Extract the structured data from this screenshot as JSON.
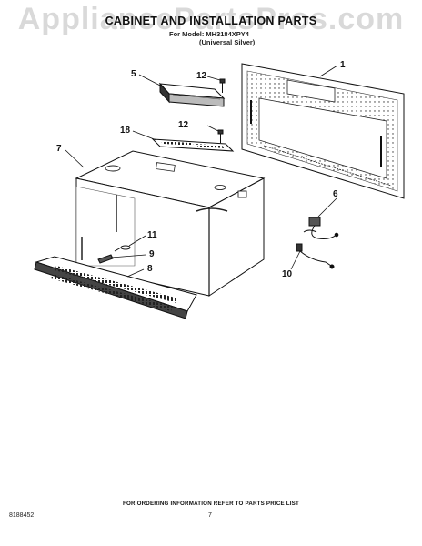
{
  "watermark": "AppliancePartsPros.com",
  "title": "CABINET AND INSTALLATION PARTS",
  "model_line": "For Model: MH3184XPY4",
  "model_variant": "(Universal Silver)",
  "callouts": {
    "c1": "1",
    "c5": "5",
    "c12a": "12",
    "c12b": "12",
    "c18": "18",
    "c7": "7",
    "c6": "6",
    "c11": "11",
    "c9": "9",
    "c8": "8",
    "c10": "10"
  },
  "footer_note": "FOR ORDERING INFORMATION REFER TO PARTS PRICE LIST",
  "document_number": "8188452",
  "page_number": "7"
}
